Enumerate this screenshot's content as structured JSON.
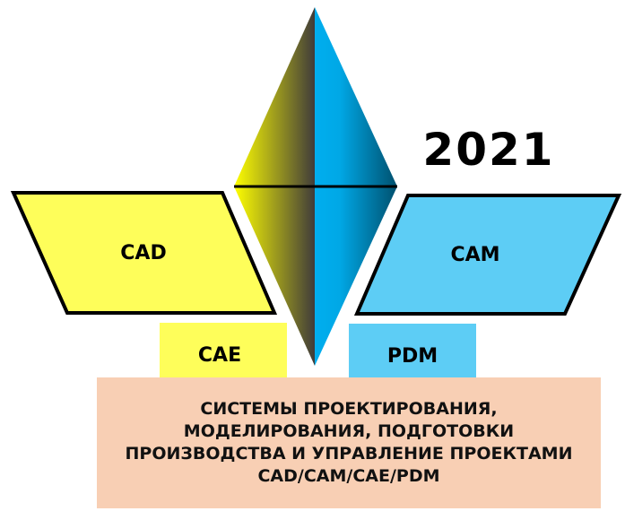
{
  "year": "2021",
  "blocks": {
    "cad": "CAD",
    "cam": "CAM",
    "cae": "CAE",
    "pdm": "PDM"
  },
  "description": [
    "СИСТЕМЫ ПРОЕКТИРОВАНИЯ,",
    "МОДЕЛИРОВАНИЯ, ПОДГОТОВКИ",
    "ПРОИЗВОДСТВА И УПРАВЛЕНИЕ ПРОЕКТАМИ",
    "CAD/CAM/CAE/PDM"
  ],
  "colors": {
    "yellow": "#fefe5a",
    "blue": "#5dcdf5",
    "pink": "#f8cfb4"
  }
}
